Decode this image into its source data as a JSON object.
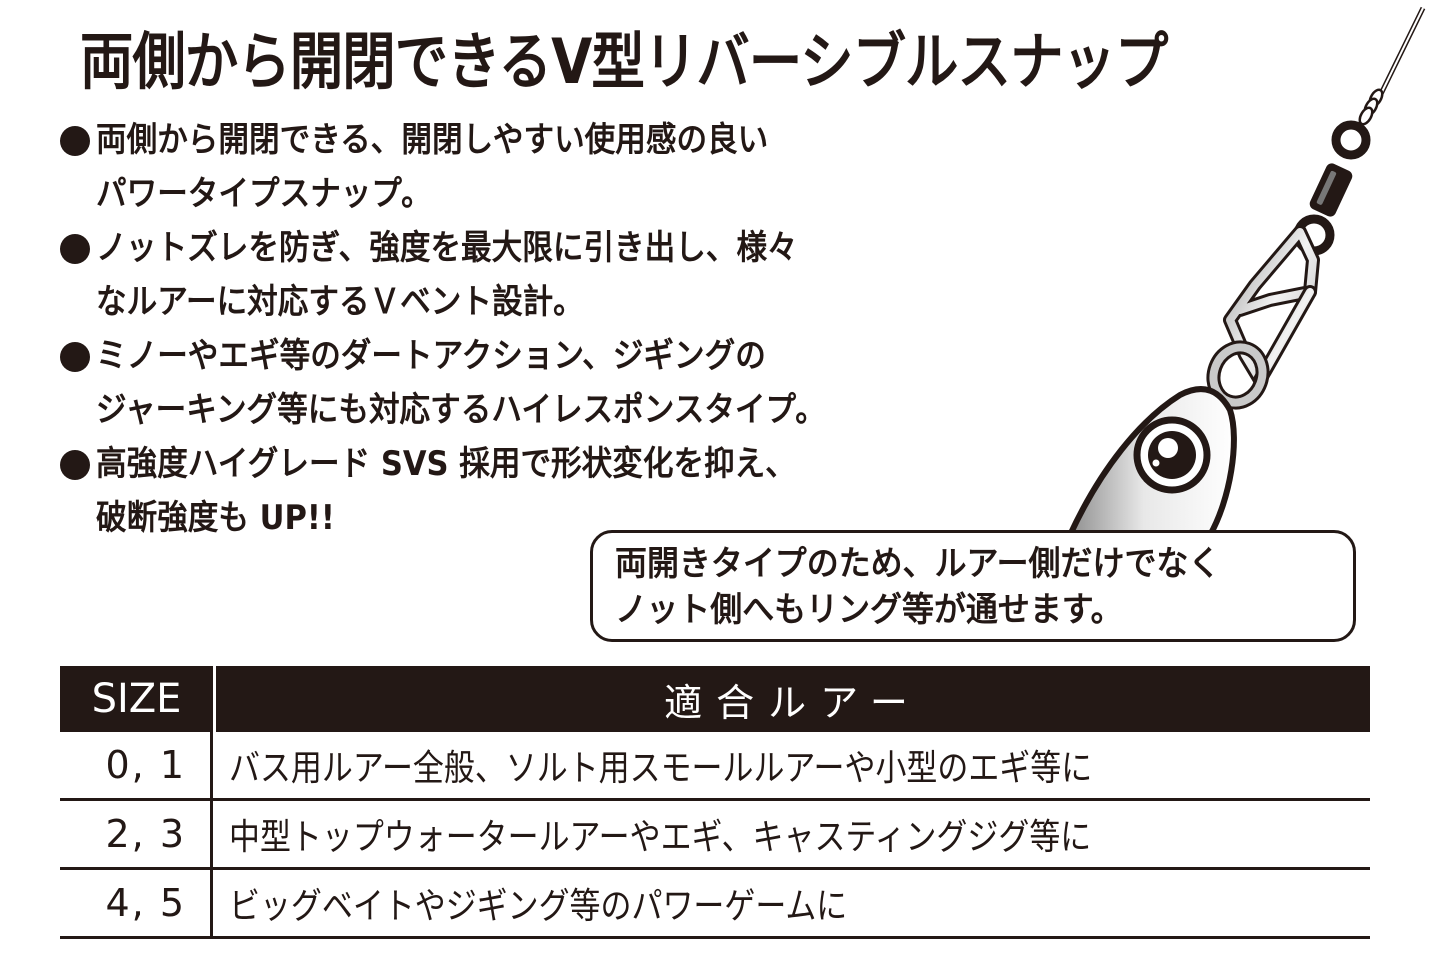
{
  "title": "両側から開閉できるV型リバーシブルスナップ",
  "bullets": [
    {
      "text": "両側から開閉できる、開閉しやすい使用感の良い\nパワータイプスナップ。"
    },
    {
      "text": "ノットズレを防ぎ、強度を最大限に引き出し、様々\nなルアーに対応するＶベント設計。"
    },
    {
      "text": "ミノーやエギ等のダートアクション、ジギングの\nジャーキング等にも対応するハイレスポンスタイプ。"
    },
    {
      "text": "高強度ハイグレード SVS 採用で形状変化を抑え、\n破断強度も UP!!"
    }
  ],
  "callout": {
    "text": "両開きタイプのため、ルアー側だけでなく\nノット側へもリング等が通せます。"
  },
  "illustration": {
    "icon": "snap-swivel-lure-illustration"
  },
  "table": {
    "headers": {
      "size": "SIZE",
      "lure": "適合ルアー"
    },
    "rows": [
      {
        "size": "0, 1",
        "lure": "バス用ルアー全般、ソルト用スモールルアーや小型のエギ等に"
      },
      {
        "size": "2, 3",
        "lure": "中型トップウォータールアーやエギ、キャスティングジグ等に"
      },
      {
        "size": "4, 5",
        "lure": "ビッグベイトやジギング等のパワーゲームに"
      }
    ]
  },
  "colors": {
    "ink": "#231815",
    "background": "#ffffff"
  }
}
